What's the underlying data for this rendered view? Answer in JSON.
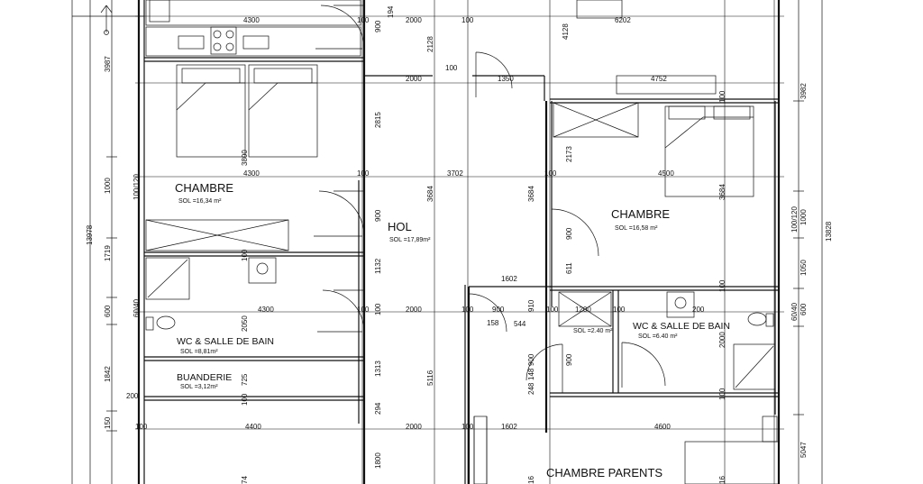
{
  "rooms": {
    "chambre_left": {
      "name": "CHAMBRE",
      "area": "SOL =16,34 m²"
    },
    "hol": {
      "name": "HOL",
      "area": "SOL =17,89m²"
    },
    "chambre_right": {
      "name": "CHAMBRE",
      "area": "SOL =16,58 m²"
    },
    "wc_left": {
      "name": "WC & SALLE DE BAIN",
      "area": "SOL =8,81m²"
    },
    "buanderie": {
      "name": "BUANDERIE",
      "area": "SOL =3,12m²"
    },
    "wc_right": {
      "name": "WC & SALLE DE BAIN",
      "area": "SOL =6.40 m²"
    },
    "wc_small": {
      "area": "SOL =2.40 m²"
    },
    "chambre_parents": {
      "name": "CHAMBRE PARENTS"
    }
  },
  "dims": {
    "h4300a": "4300",
    "h100a": "100",
    "h2000a": "2000",
    "h100b": "100",
    "h6202": "6202",
    "h2000b": "2000",
    "h100c": "100",
    "h1350": "1350",
    "h4752": "4752",
    "h4300b": "4300",
    "h100d": "100",
    "h3702": "3702",
    "h100e": "100",
    "h4500": "4500",
    "h1602a": "1602",
    "h4300c": "4300",
    "h100f": "100",
    "h900a": "900",
    "h2000c": "2000",
    "h100g": "100",
    "h900b": "900",
    "h158": "158",
    "h544": "544",
    "h100h": "100",
    "h1200": "1200",
    "h100i": "100",
    "h200": "200",
    "h200b": "200",
    "h100j": "100",
    "h4400": "4400",
    "h2000d": "2000",
    "h100k": "100",
    "h1602b": "1602",
    "h4600": "4600",
    "v3987": "3987",
    "v1000": "1000",
    "v100120": "100/120",
    "v1719": "1719",
    "v600": "600",
    "v6040": "60/40",
    "v1842": "1842",
    "v150": "150",
    "v13978": "13978",
    "v194": "194",
    "v900a": "900",
    "v2128": "2128",
    "v4128": "4128",
    "v2815": "2815",
    "v3800": "3800",
    "v3684a": "3684",
    "v3684b": "3684",
    "v900b": "900",
    "v1132": "1132",
    "v2173": "2173",
    "v900c": "900",
    "v611": "611",
    "v910": "910",
    "v100v": "100",
    "v2050": "2050",
    "v1313": "1313",
    "v725": "725",
    "v5116": "5116",
    "v294": "294",
    "v900d": "900",
    "v148": "148",
    "v900e": "900",
    "v248": "248",
    "v1800": "1800",
    "v3982": "3982",
    "v100120r": "100/120",
    "v1000r": "1000",
    "v1050": "1050",
    "v6040r": "60/40",
    "v600r": "600",
    "v13828": "13828",
    "v5047": "5047",
    "v3684c": "3684",
    "v2000r": "2000",
    "v100r1": "100",
    "v100r2": "100",
    "v100r3": "100",
    "v16a": "16",
    "v16b": "16",
    "v74": "74",
    "v100l": "100",
    "v100l2": "100"
  }
}
